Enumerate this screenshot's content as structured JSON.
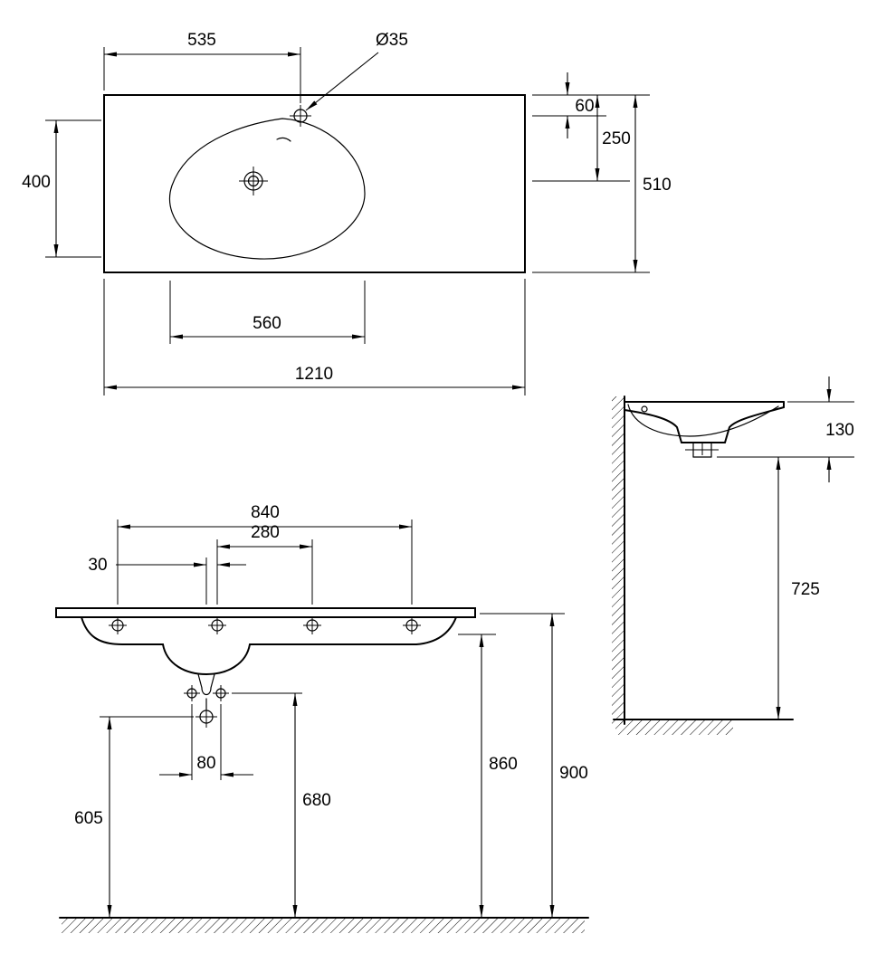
{
  "page": {
    "background": "#ffffff",
    "ink": "#000000"
  },
  "views": {
    "top": {
      "dims": {
        "faucet_offset_x": "535",
        "faucet_hole_diameter": "Ø35",
        "basin_depth": "400",
        "faucet_to_back_edge": "60",
        "drain_to_back_edge": "250",
        "total_depth": "510",
        "basin_width": "560",
        "total_width": "1210"
      }
    },
    "front": {
      "dims": {
        "fixing_holes_span": "840",
        "fixing_holes_inner_span": "280",
        "drain_to_hole_offset": "30",
        "trap_fixing_span": "80",
        "drain_outlet_height": "605",
        "trap_height": "680",
        "underside_height": "860",
        "top_rim_height": "900"
      }
    },
    "side": {
      "dims": {
        "front_apron_height": "130",
        "clearance_under_basin": "725"
      }
    }
  }
}
